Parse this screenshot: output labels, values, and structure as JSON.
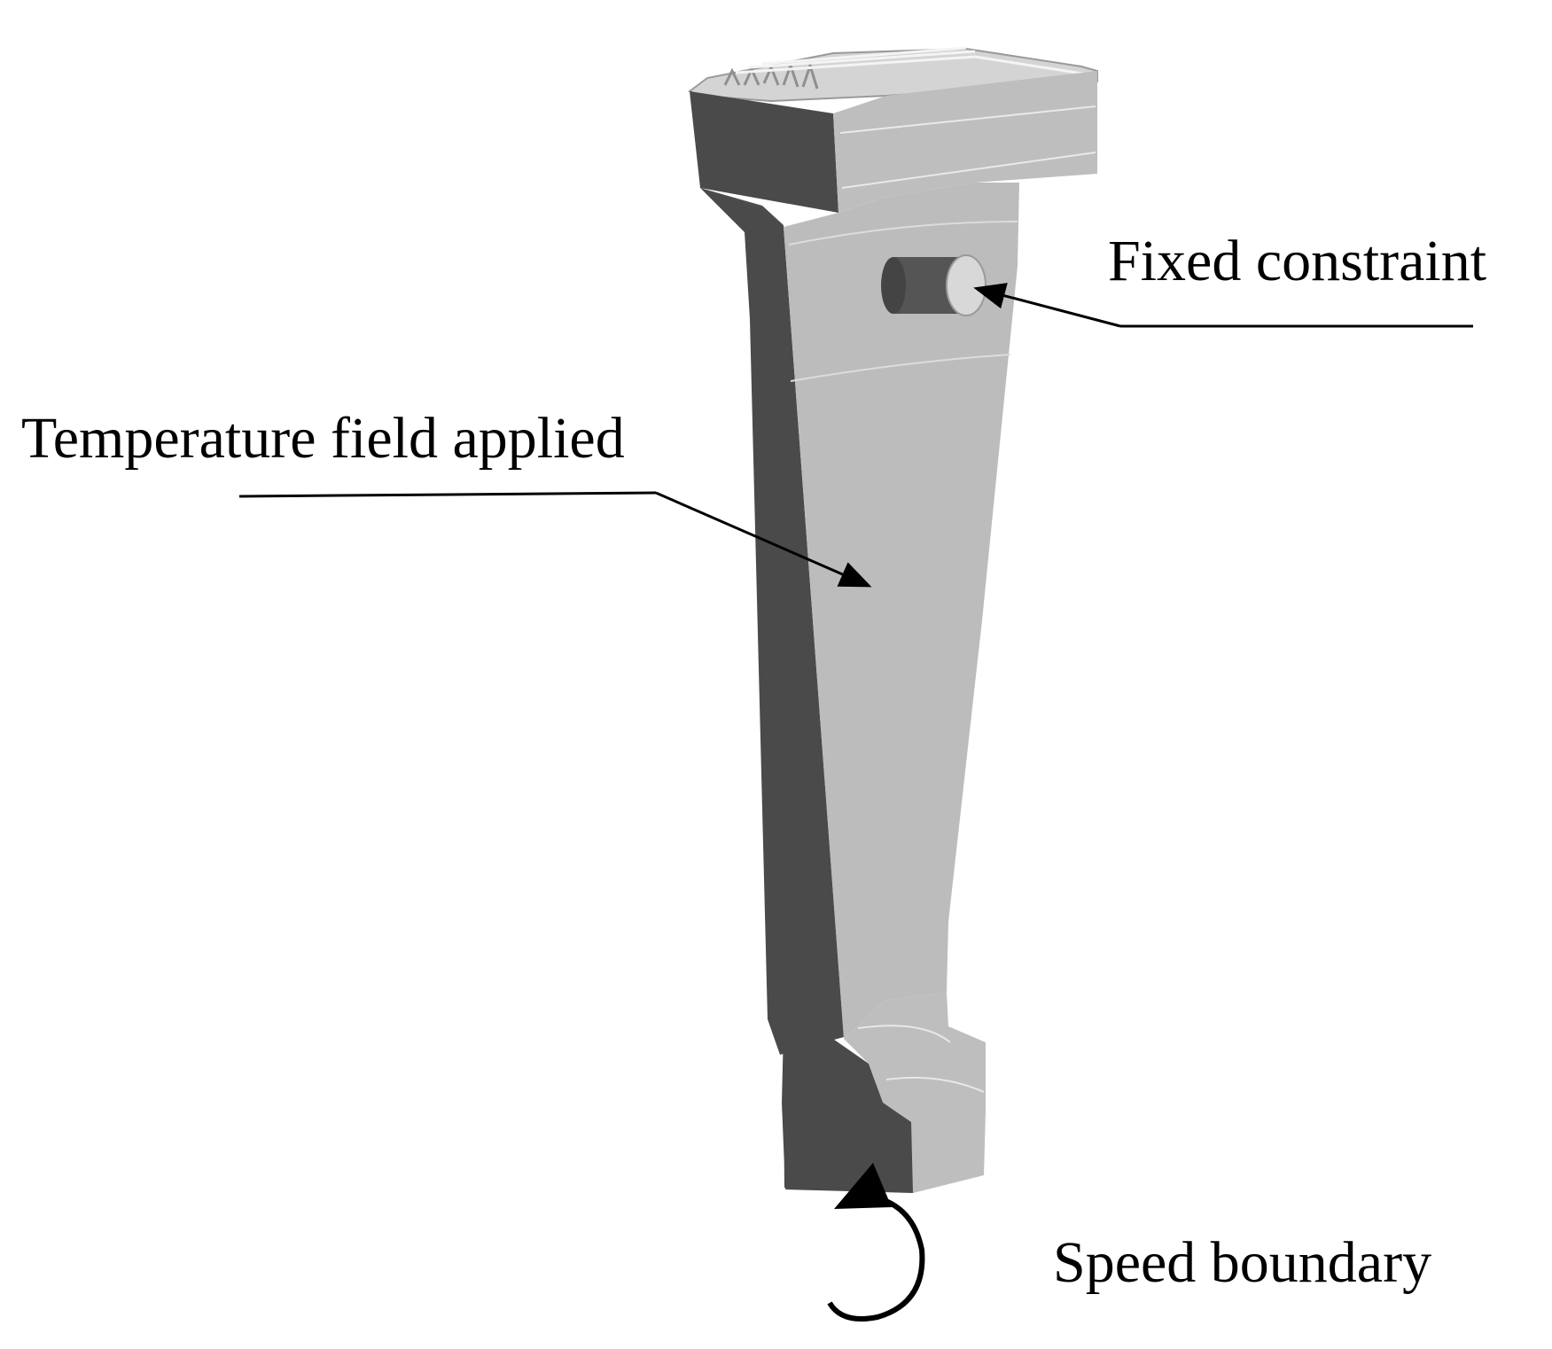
{
  "labels": {
    "fixed_constraint": "Fixed constraint",
    "temperature_field": "Temperature field applied",
    "speed_boundary": "Speed boundary"
  },
  "colors": {
    "dark_face": "#4a4a4a",
    "light_face": "#b9b9b9",
    "top_face": "#d4d4d4",
    "edge_line": "#ececec",
    "line": "#000000"
  },
  "icons": {
    "rotation": "curved-rotation-arrow-icon",
    "pin": "cylinder-pin-icon"
  }
}
